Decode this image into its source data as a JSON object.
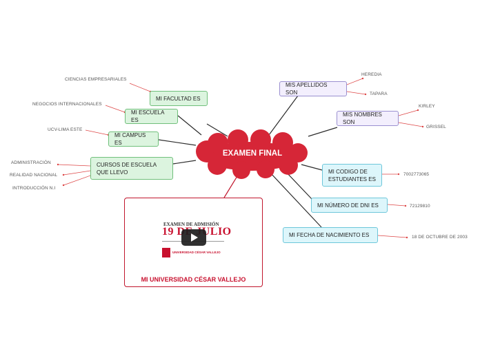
{
  "central": {
    "label": "EXAMEN FINAL",
    "color": "#d62637"
  },
  "topics": {
    "facultad": {
      "label": "MI FACULTAD ES",
      "leaf": "CIENCIAS EMPRESARIALES"
    },
    "escuela": {
      "label": "MI ESCUELA ES",
      "leaf": "NEGOCIOS INTERNACIONALES"
    },
    "campus": {
      "label": "MI CAMPUS ES",
      "leaf": "UCV-LIMA ESTE"
    },
    "cursos": {
      "label": "CURSOS DE ESCUELA QUE LLEVO",
      "leaves": [
        "ADMINISTRACIÓN",
        "REALIDAD NACIONAL",
        "INTRODUCCIÓN N.I"
      ]
    },
    "apellidos": {
      "label": "MIS APELLIDOS SON",
      "leaves": [
        "HEREDIA",
        "TAPARA"
      ]
    },
    "nombres": {
      "label": "MIS NOMBRES SON",
      "leaves": [
        "KIRLEY",
        "GRISSEL"
      ]
    },
    "codigo": {
      "label": "MI CODIGO DE ESTUDIANTES ES",
      "leaf": "7002773065"
    },
    "dni": {
      "label": "MI NÚMERO DE DNI ES",
      "leaf": "72129810"
    },
    "nacimiento": {
      "label": "MI FECHA DE NACIMIENTO ES",
      "leaf": "18 DE OCTUBRE DE 2003"
    }
  },
  "media": {
    "title": "MI UNIVERSIDAD CÉSAR VALLEJO",
    "thumb_line1": "EXAMEN DE ADMISIÓN",
    "thumb_line2": "19 DE JULIO",
    "logo_text": "UNIVERSIDAD CÉSAR VALLEJO",
    "play_icon": "play-icon"
  }
}
